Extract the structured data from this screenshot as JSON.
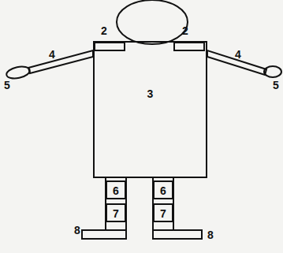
{
  "diagram": {
    "nodes": [
      {
        "text": [
          "3"
        ]
      },
      {
        "text": [
          "6"
        ]
      },
      {
        "text": [
          "6"
        ]
      },
      {
        "text": [
          "7"
        ]
      },
      {
        "text": [
          "7"
        ]
      }
    ],
    "labels": [
      "2",
      "2",
      "4",
      "4",
      "5",
      "5",
      "8",
      "8"
    ]
  }
}
